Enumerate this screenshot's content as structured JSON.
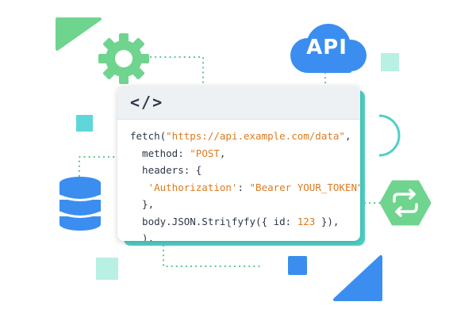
{
  "cloud": {
    "label": "API"
  },
  "card": {
    "header_symbol": "</>",
    "lines": [
      {
        "parts": [
          {
            "t": "fetch(",
            "c": "plain"
          },
          {
            "t": "\"https://api.example.com/data\"",
            "c": "str"
          },
          {
            "t": ",",
            "c": "plain"
          }
        ]
      },
      {
        "parts": [
          {
            "t": "  method: ",
            "c": "plain"
          },
          {
            "t": "\"POST",
            "c": "str"
          },
          {
            "t": ",",
            "c": "plain"
          }
        ]
      },
      {
        "parts": [
          {
            "t": "  headers: {",
            "c": "plain"
          }
        ]
      },
      {
        "parts": [
          {
            "t": "   ",
            "c": "plain"
          },
          {
            "t": "'Authorization'",
            "c": "str"
          },
          {
            "t": ": ",
            "c": "plain"
          },
          {
            "t": "\"Bearer YOUR_TOKEN\"",
            "c": "str"
          }
        ]
      },
      {
        "parts": [
          {
            "t": "  },",
            "c": "plain"
          }
        ]
      },
      {
        "parts": [
          {
            "t": "  body.JSON.Striʅfyfy({ id: ",
            "c": "plain"
          },
          {
            "t": "123",
            "c": "num"
          },
          {
            "t": " }),",
            "c": "plain"
          }
        ]
      },
      {
        "parts": [
          {
            "t": "  ),",
            "c": "plain"
          }
        ]
      }
    ]
  },
  "colors": {
    "green": "#6fd48e",
    "blue": "#3b8ef0",
    "teal": "#4fd1c5",
    "mint": "#b8f0e4",
    "cyan": "#5fd6d9",
    "dots": "#58c98a"
  }
}
